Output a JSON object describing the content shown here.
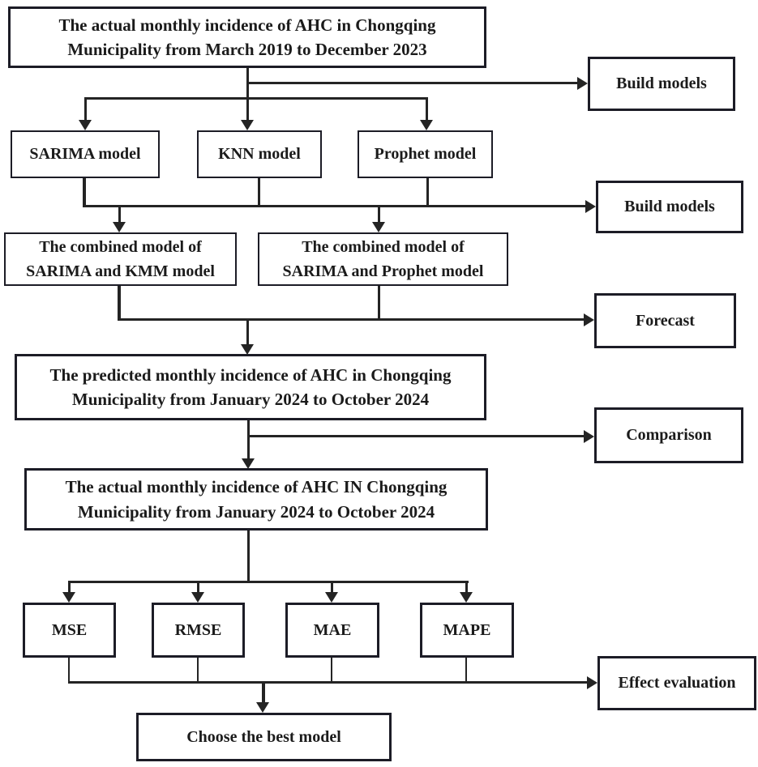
{
  "diagram": {
    "description": "Flowchart of AHC incidence forecasting model building, prediction, comparison and evaluation",
    "line_color": "#242424",
    "border_color": "#1c1c26",
    "text_color": "#1b1b1b",
    "background": "#ffffff"
  },
  "nodes": {
    "source_data": {
      "label": "The actual monthly incidence of AHC in Chongqing Municipality from March 2019 to December 2023"
    },
    "build_models_1": {
      "label": "Build models"
    },
    "sarima": {
      "label": "SARIMA model"
    },
    "knn": {
      "label": "KNN model"
    },
    "prophet": {
      "label": "Prophet model"
    },
    "build_models_2": {
      "label": "Build models"
    },
    "combined_kmm": {
      "label": "The combined model of SARIMA and KMM model"
    },
    "combined_prophet": {
      "label": "The combined model of SARIMA and Prophet model"
    },
    "forecast": {
      "label": "Forecast"
    },
    "predicted_data": {
      "label": "The predicted monthly incidence of AHC in Chongqing Municipality from January 2024 to October 2024"
    },
    "comparison": {
      "label": "Comparison"
    },
    "actual_2024": {
      "label": "The actual monthly incidence of AHC IN Chongqing Municipality from January 2024 to October 2024"
    },
    "mse": {
      "label": "MSE"
    },
    "rmse": {
      "label": "RMSE"
    },
    "mae": {
      "label": "MAE"
    },
    "mape": {
      "label": "MAPE"
    },
    "effect_evaluation": {
      "label": "Effect evaluation"
    },
    "choose_best": {
      "label": "Choose the best model"
    }
  }
}
